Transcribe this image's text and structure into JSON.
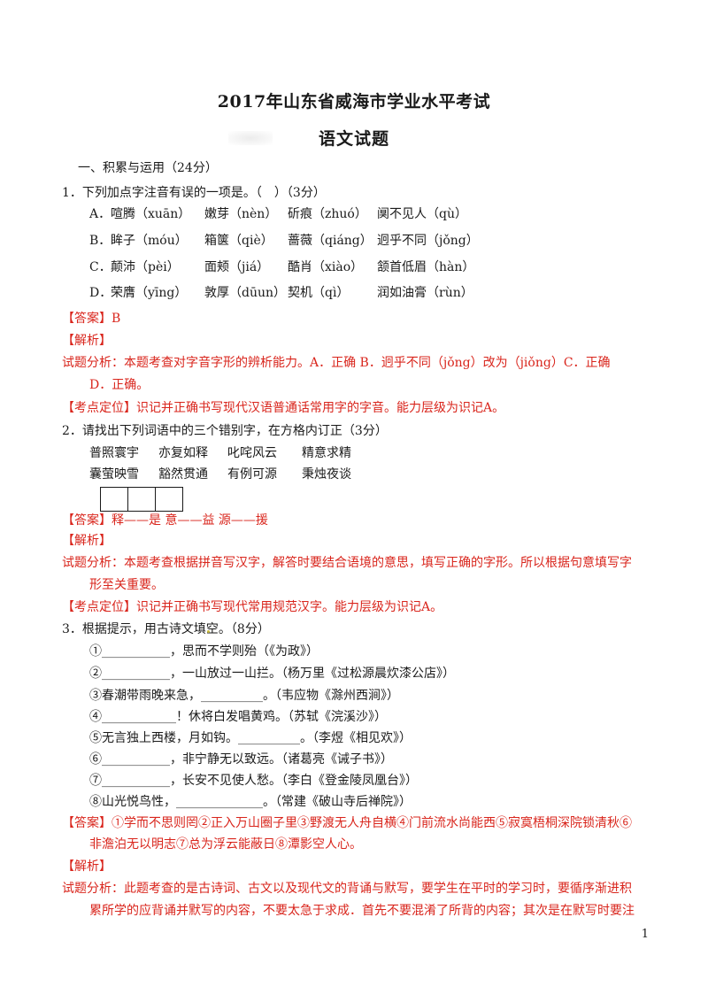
{
  "header": {
    "title": "2017年山东省威海市学业水平考试",
    "subtitle": "语文试题"
  },
  "section1": "一、积累与运用（24分）",
  "q1": {
    "stem": "1．下列加点字注音有误的一项是。（　）（3分）",
    "options": [
      {
        "label": "A．",
        "c1": "喧腾（xuān）",
        "c2": "嫩芽（nèn）",
        "c3": "斫痕（zhuó）",
        "c4": "阒不见人（qù）"
      },
      {
        "label": "B．",
        "c1": "眸子（móu）",
        "c2": "箱箧（qiè）",
        "c3": "蔷薇（qiáng）",
        "c4": "迥乎不同（jǒng）"
      },
      {
        "label": "C．",
        "c1": "颠沛（pèi）",
        "c2": "面颊（jiá）",
        "c3": "酷肖（xiào）",
        "c4": "颔首低眉（hàn）"
      },
      {
        "label": "D．",
        "c1": "荣膺（yīng）",
        "c2": "敦厚（dūun）",
        "c3": "契机（qì）",
        "c4": "润如油膏（rùn）"
      }
    ],
    "answer": "【答案】B",
    "analysis_label": "【解析】",
    "analysis_1": "试题分析：本题考查对字音字形的辨析能力。A．正确 B．迥乎不同（jǒng）改为（jiǒng）C．正确",
    "analysis_2": "D．正确。",
    "point": "【考点定位】识记并正确书写现代汉语普通话常用字的字音。能力层级为识记A。"
  },
  "q2": {
    "stem": "2．请找出下列词语中的三个错别字，在方格内订正（3分）",
    "row1": [
      "普照寰宇",
      "亦复如释",
      "叱咤风云",
      "精意求精"
    ],
    "row2": [
      "囊萤映雪",
      "豁然贯通",
      "有例可源",
      "秉烛夜谈"
    ],
    "answer": "【答案】释——是 意——益 源——援",
    "analysis_label": "【解析】",
    "analysis_1": "试题分析：本题考查根据拼音写汉字，解答时要结合语境的意思，填写正确的字形。所以根据句意填写字",
    "analysis_2": "形至关重要。",
    "point": "【考点定位】识记并正确书写现代常用规范汉字。能力层级为识记A。"
  },
  "q3": {
    "stem": "3．根据提示，用古诗文填空。（8分）",
    "items": [
      "①___________，思而不学则殆（《为政》）",
      "②___________，一山放过一山拦。（杨万里《过松源晨炊漆公店》）",
      "③春潮带雨晚来急，__________。（韦应物《滁州西涧》）",
      "④____________！休将白发唱黄鸡。（苏轼《浣溪沙》）",
      "⑤无言独上西楼，月如钩。__________。（李煜《相见欢》）",
      "⑥___________，非宁静无以致远。（诸葛亮《诫子书》）",
      "⑦___________，长安不见使人愁。（李白《登金陵凤凰台》）",
      "⑧山光悦鸟性，______________。（常建《破山寺后禅院》）"
    ],
    "answer_1": "【答案】①学而不思则罔②正入万山圈子里③野渡无人舟自横④门前流水尚能西⑤寂寞梧桐深院锁清秋⑥",
    "answer_2": "非澹泊无以明志⑦总为浮云能蔽日⑧潭影空人心。",
    "analysis_label": "【解析】",
    "analysis_1": "试题分析：此题考查的是古诗词、古文以及现代文的背诵与默写，要学生在平时的学习时，要循序渐进积",
    "analysis_2": "累所学的应背诵并默写的内容，不要太急于求成．首先不要混淆了所背的内容；其次是在默写时要注"
  },
  "page_number": "1",
  "colors": {
    "answer_red": "#d9251c",
    "text": "#1a1a1a"
  }
}
